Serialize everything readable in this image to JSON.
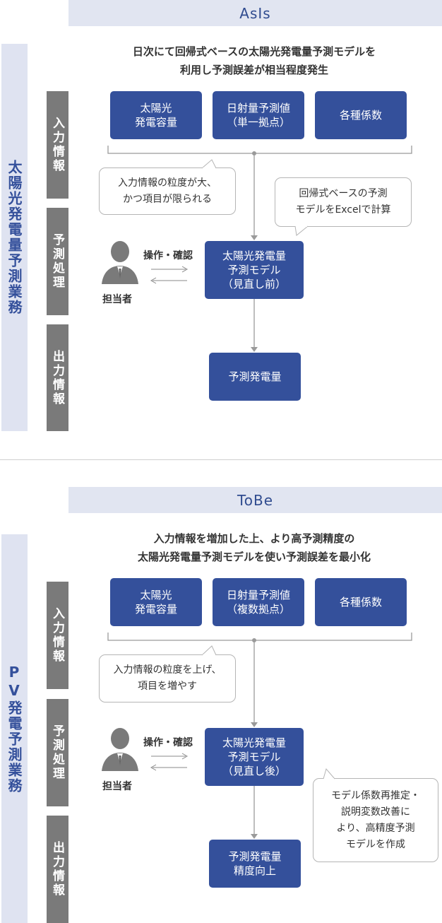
{
  "asis": {
    "banner": "AsIs",
    "headline": "日次にて回帰式ベースの太陽光発電量予測モデルを\n利用し予測誤差が相当程度発生",
    "side_label": "太陽光発電量予測業務",
    "phases": {
      "input": "入力情報",
      "process": "予測処理",
      "output": "出力情報"
    },
    "inputs": [
      "太陽光\n発電容量",
      "日射量予測値\n（単一拠点）",
      "各種係数"
    ],
    "bubble_left": "入力情報の粒度が大、\nかつ項目が限られる",
    "bubble_right": "回帰式ベースの予測\nモデルをExcelで計算",
    "operator_action": "操作・確認",
    "operator_label": "担当者",
    "model": "太陽光発電量\n予測モデル\n（見直し前）",
    "output": "予測発電量"
  },
  "tobe": {
    "banner": "ToBe",
    "headline": "入力情報を増加した上、より高予測精度の\n太陽光発電量予測モデルを使い予測誤差を最小化",
    "side_label": "PV発電予測業務",
    "phases": {
      "input": "入力情報",
      "process": "予測処理",
      "output": "出力情報"
    },
    "inputs": [
      "太陽光\n発電容量",
      "日射量予測値\n（複数拠点）",
      "各種係数"
    ],
    "bubble_left": "入力情報の粒度を上げ、\n項目を増やす",
    "bubble_right": "モデル係数再推定・\n説明変数改善に\nより、高精度予測\nモデルを作成",
    "operator_action": "操作・確認",
    "operator_label": "担当者",
    "model": "太陽光発電量\n予測モデル\n（見直し後）",
    "output": "予測発電量\n精度向上"
  },
  "colors": {
    "accent": "#34509b",
    "banner_bg": "#e1e5f1",
    "phase_bg": "#7a7a7a",
    "connector": "#9a9a9a"
  }
}
